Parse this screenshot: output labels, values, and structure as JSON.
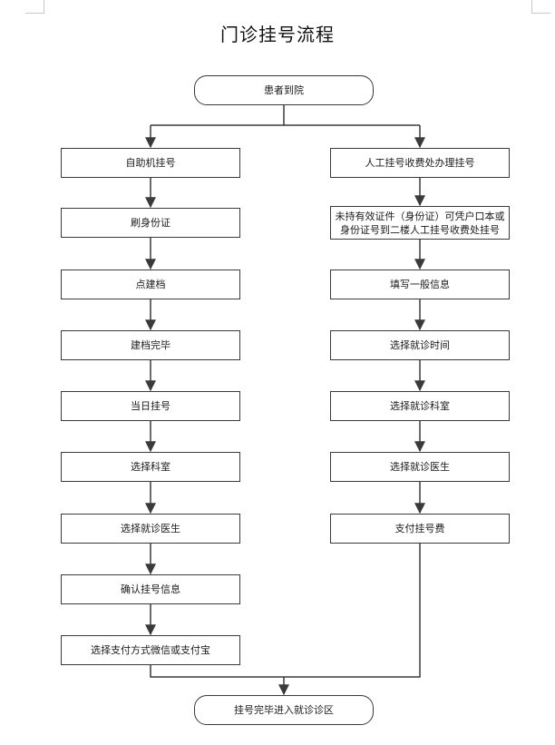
{
  "title": "门诊挂号流程",
  "start": "患者到院",
  "end": "挂号完毕进入就诊诊区",
  "left_steps": [
    "自助机挂号",
    "刷身份证",
    "点建档",
    "建档完毕",
    "当日挂号",
    "选择科室",
    "选择就诊医生",
    "确认挂号信息",
    "选择支付方式微信或支付宝"
  ],
  "right_steps": [
    "人工挂号收费处办理挂号",
    "未持有效证件（身份证）可凭户口本或\n身份证号到二楼人工挂号收费处挂号",
    "填写一般信息",
    "选择就诊时间",
    "选择就诊科室",
    "选择就诊医生",
    "支付挂号费"
  ]
}
